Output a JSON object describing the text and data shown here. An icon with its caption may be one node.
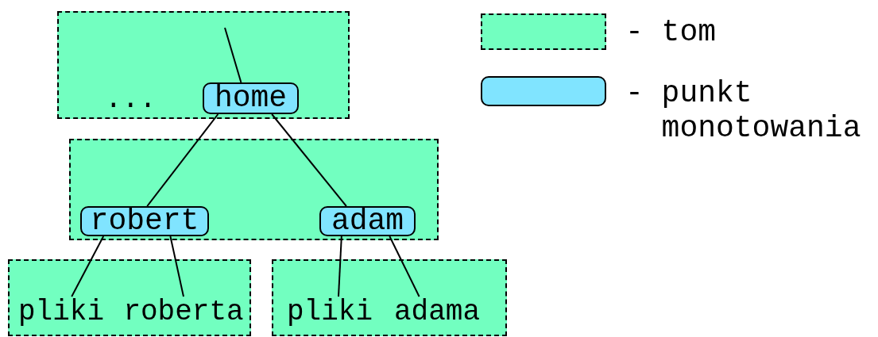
{
  "diagram": {
    "nodes": [
      {
        "text": [
          "..."
        ]
      },
      {
        "text": [
          "home"
        ],
        "in": 0
      },
      {
        "text": [],
        "shape": "box"
      },
      {
        "text": [
          "robert"
        ],
        "in": 2
      },
      {
        "text": [
          "adam"
        ],
        "in": 2
      },
      {
        "text": [],
        "shape": "box"
      },
      {
        "text": [
          "pliki"
        ],
        "in": 5
      },
      {
        "text": [
          "roberta"
        ],
        "in": 5
      },
      {
        "text": [],
        "shape": "box"
      },
      {
        "text": [
          "pliki"
        ],
        "in": 8
      },
      {
        "text": [
          "adama"
        ],
        "in": 8
      }
    ],
    "edges": [
      {
        "from": null,
        "to": 1,
        "arrow": "none"
      },
      {
        "from": 1,
        "to": 3,
        "arrow": "none"
      },
      {
        "from": 1,
        "to": 4,
        "arrow": "none"
      },
      {
        "from": 3,
        "to": 6,
        "arrow": "none"
      },
      {
        "from": 3,
        "to": 7,
        "arrow": "none"
      },
      {
        "from": 4,
        "to": 9,
        "arrow": "none"
      },
      {
        "from": 4,
        "to": 10,
        "arrow": "none"
      }
    ],
    "legend": [
      {
        "text": "- tom",
        "color": "#72ffc0"
      },
      {
        "text": "- punkt monotowania",
        "color": "#80e4ff"
      }
    ]
  }
}
